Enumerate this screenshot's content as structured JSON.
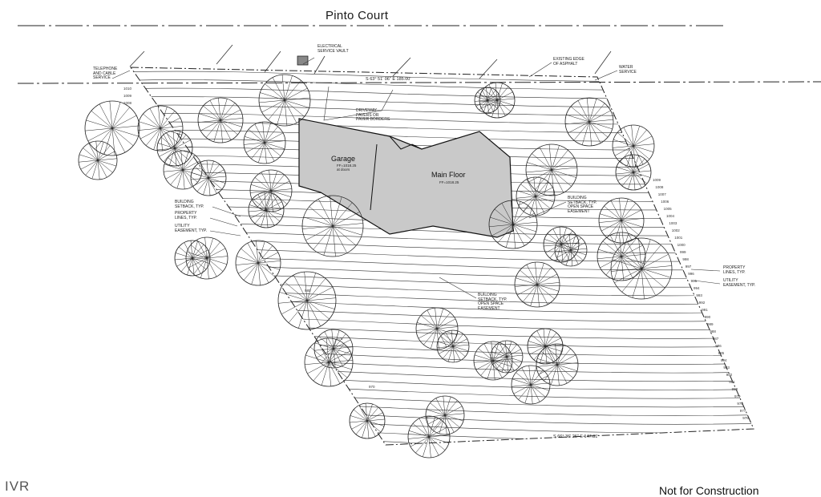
{
  "street_name": "Pinto Court",
  "watermark": "IVR",
  "footer_note": "Not for Construction",
  "rooms": {
    "garage": {
      "name": "Garage",
      "sub": "FF=1018.25\nat doors"
    },
    "main_floor": {
      "name": "Main Floor",
      "sub": "FF=1018.25"
    }
  },
  "callouts": {
    "electrical": "Electrical\nService Vault",
    "telephone": "Telephone\nand Cable\nService",
    "asphalt": "Existing Edge\nof Asphalt",
    "water": "Water\nService",
    "driveway": "Driveway\nPavers or\nPaver Borders",
    "setback_left": "Building\nSetback, Typ.",
    "property_left": "Property\nLines, Typ.",
    "utility_left": "Utility\nEasement, Typ.",
    "setback_right": "Building\nSetback, Typ.\nOpen Space\nEasement",
    "property_right": "Property\nLines, Typ.",
    "utility_right": "Utility\nEasement, Typ.",
    "setback_bottom": "Building\nSetback, Typ.\nOpen Space\nEasement"
  },
  "bearings": {
    "north": "S 63° 51' 06\" E   185.00'",
    "south": "S 66° 36' 26\" E   147.81'"
  },
  "contours_right": [
    "1009",
    "1008",
    "1007",
    "1006",
    "1005",
    "1004",
    "1003",
    "1002",
    "1001",
    "1000",
    "999",
    "998",
    "997",
    "996",
    "995",
    "994",
    "993",
    "992",
    "991",
    "990",
    "989",
    "988",
    "987",
    "986",
    "985",
    "984",
    "983",
    "982",
    "981",
    "980",
    "979",
    "978",
    "977",
    "976"
  ],
  "contours_left": [
    "1010",
    "1009",
    "1008"
  ],
  "contours_bottom": [
    "980",
    "975",
    "970"
  ]
}
